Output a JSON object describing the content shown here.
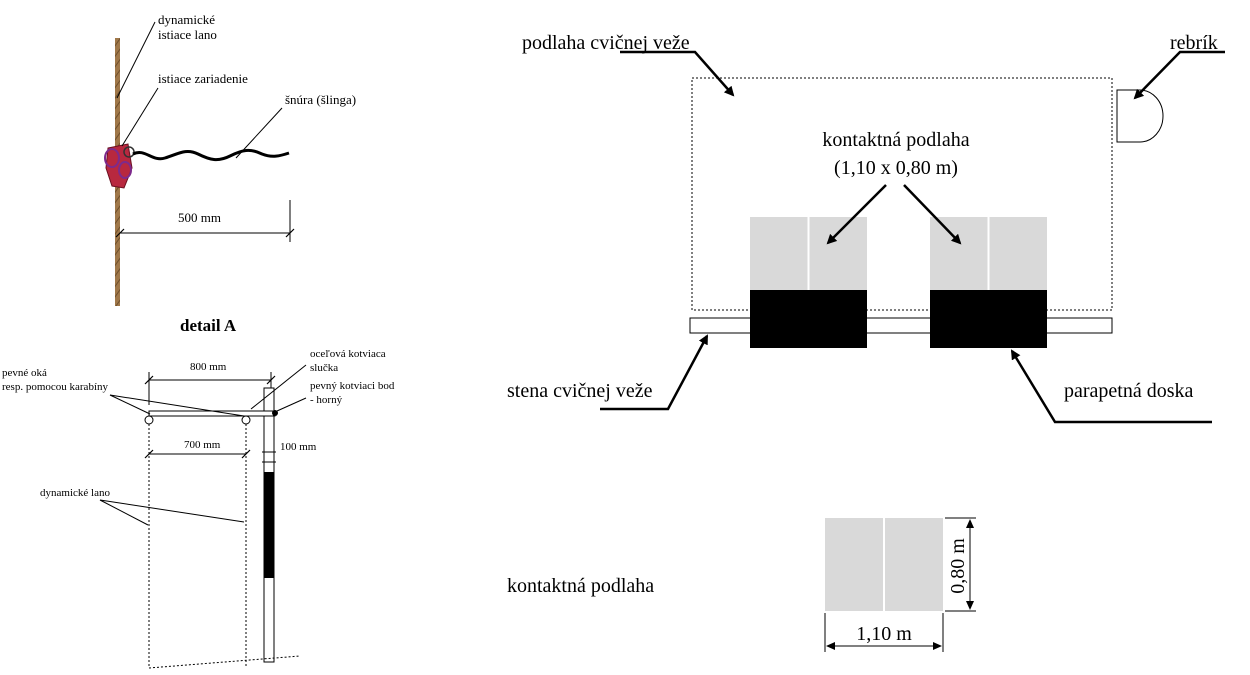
{
  "left_top": {
    "rope_label_line1": "dynamické",
    "rope_label_line2": "istiace lano",
    "device_label": "istiace zariadenie",
    "sling_label": "šnúra (šlinga)",
    "dim_500": "500 mm"
  },
  "detail_a": {
    "title": "detail A",
    "steel_loop_line1": "oceľová kotviaca",
    "steel_loop_line2": "slučka",
    "anchor_line1": "pevný kotviaci bod",
    "anchor_line2": "- horný",
    "eyes_line1": "pevné oká",
    "eyes_line2": "resp. pomocou karabíny",
    "dim_800": "800 mm",
    "dim_700": "700 mm",
    "dim_100": "100 mm",
    "rope_label": "dynamické lano"
  },
  "tower_plan": {
    "floor_label": "podlaha cvičnej veže",
    "ladder_label": "rebrík",
    "contact_line1": "kontaktná podlaha",
    "contact_line2": "(1,10 x 0,80 m)",
    "wall_label": "stena cvičnej veže",
    "parapet_label": "parapetná doska"
  },
  "contact_detail": {
    "label": "kontaktná podlaha",
    "height_dim": "0,80 m",
    "width_dim": "1,10 m"
  },
  "colors": {
    "contact_floor": "#d9d9d9",
    "parapet_block": "#000000",
    "rope": "#a0784a",
    "belay_device": "#b8283f"
  }
}
